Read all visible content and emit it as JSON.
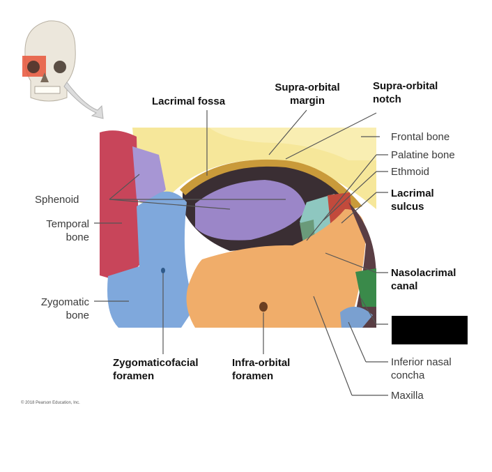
{
  "labels": {
    "lacrimal_fossa": "Lacrimal fossa",
    "supra_orbital_margin": [
      "Supra-orbital",
      "margin"
    ],
    "supra_orbital_notch": [
      "Supra-orbital",
      "notch"
    ],
    "frontal_bone": "Frontal bone",
    "palatine_bone": "Palatine bone",
    "ethmoid": "Ethmoid",
    "lacrimal_sulcus": [
      "Lacrimal",
      "sulcus"
    ],
    "nasolacrimal_canal": [
      "Nasolacrimal",
      "canal"
    ],
    "sphenoid": "Sphenoid",
    "temporal_bone": [
      "Temporal",
      "bone"
    ],
    "zygomatic_bone": [
      "Zygomatic",
      "bone"
    ],
    "zygomaticofacial_foramen": [
      "Zygomaticofacial",
      "foramen"
    ],
    "infra_orbital_foramen": [
      "Infra-orbital",
      "foramen"
    ],
    "inferior_nasal_concha": [
      "Inferior nasal",
      "concha"
    ],
    "maxilla": "Maxilla"
  },
  "copyright": "© 2018 Pearson Education, Inc.",
  "colors": {
    "frontal": "#f6e79a",
    "sphenoid": "#9b86c8",
    "temporal": "#c8455a",
    "zygomatic": "#7fa8dc",
    "maxilla": "#f0ad6a",
    "ethmoid": "#8ec7c0",
    "lacrimal": "#c24a3c",
    "inferior_concha": "#7aa0d0",
    "vomer_green": "#3a8a4a",
    "leader": "#555555"
  }
}
